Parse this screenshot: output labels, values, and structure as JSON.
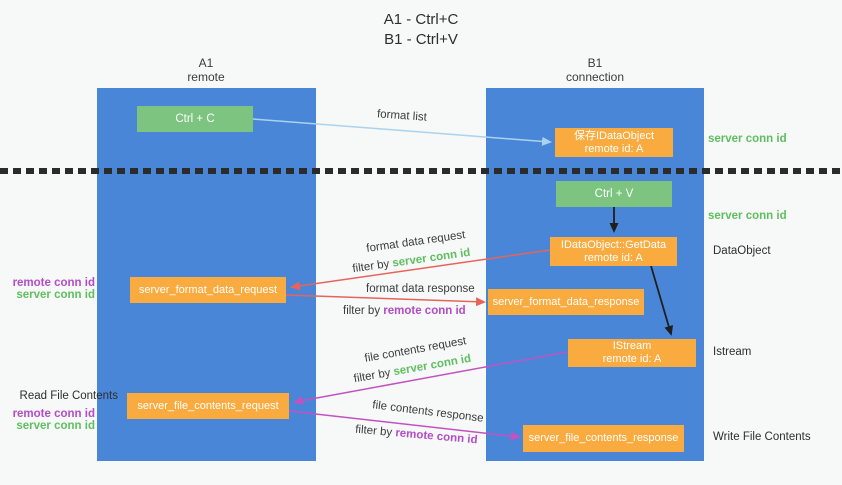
{
  "colors": {
    "bg": "#f7f8f8",
    "column-blue": "#4a86d8",
    "box-green": "#7cc47f",
    "box-orange": "#f9ab40",
    "green-text": "#5fbf5f",
    "purple-text": "#b44cc8",
    "red-arrow": "#e8635a",
    "magenta-arrow": "#c153c1",
    "blue-arrow": "#a9d3ee",
    "black-arrow": "#1f1f1f"
  },
  "title": {
    "line1": "A1 - Ctrl+C",
    "line2": "B1 - Ctrl+V"
  },
  "columns": {
    "a1": {
      "name": "A1",
      "subtitle": "remote"
    },
    "b1": {
      "name": "B1",
      "subtitle": "connection"
    }
  },
  "nodes": {
    "ctrl_c": {
      "label": "Ctrl + C"
    },
    "ctrl_v": {
      "label": "Ctrl + V"
    },
    "save_dataobject": {
      "line1": "保存IDataObject",
      "line2": "remote id: A"
    },
    "getdata": {
      "line1": "IDataObject::GetData",
      "line2": "remote id: A"
    },
    "istream": {
      "line1": "IStream",
      "line2": "remote id: A"
    },
    "format_request": {
      "label": "server_format_data_request"
    },
    "format_response": {
      "label": "server_format_data_response"
    },
    "file_request": {
      "label": "server_file_contents_request"
    },
    "file_response": {
      "label": "server_file_contents_response"
    }
  },
  "arrow_labels": {
    "format_list": "format list",
    "format_data_request": "format data request",
    "format_data_request_filter": {
      "prefix": "filter by ",
      "key": "server conn id"
    },
    "format_data_response": "format data response",
    "format_data_response_filter": {
      "prefix": "filter by ",
      "key": "remote conn id"
    },
    "file_contents_request": "file contents request",
    "file_contents_request_filter": {
      "prefix": "filter by ",
      "key": "server conn id"
    },
    "file_contents_response": "file contents response",
    "file_contents_response_filter": {
      "prefix": "filter by ",
      "key": "remote conn id"
    }
  },
  "side_labels": {
    "server_conn_id_top": "server conn id",
    "server_conn_id_mid": "server conn id",
    "dataobject": "DataObject",
    "istream": "Istream",
    "write_file_contents": "Write File Contents",
    "read_file_contents": "Read File Contents",
    "left_format": {
      "remote": "remote conn id",
      "server": "server conn id"
    },
    "left_file": {
      "remote": "remote conn id",
      "server": "server conn id"
    }
  }
}
